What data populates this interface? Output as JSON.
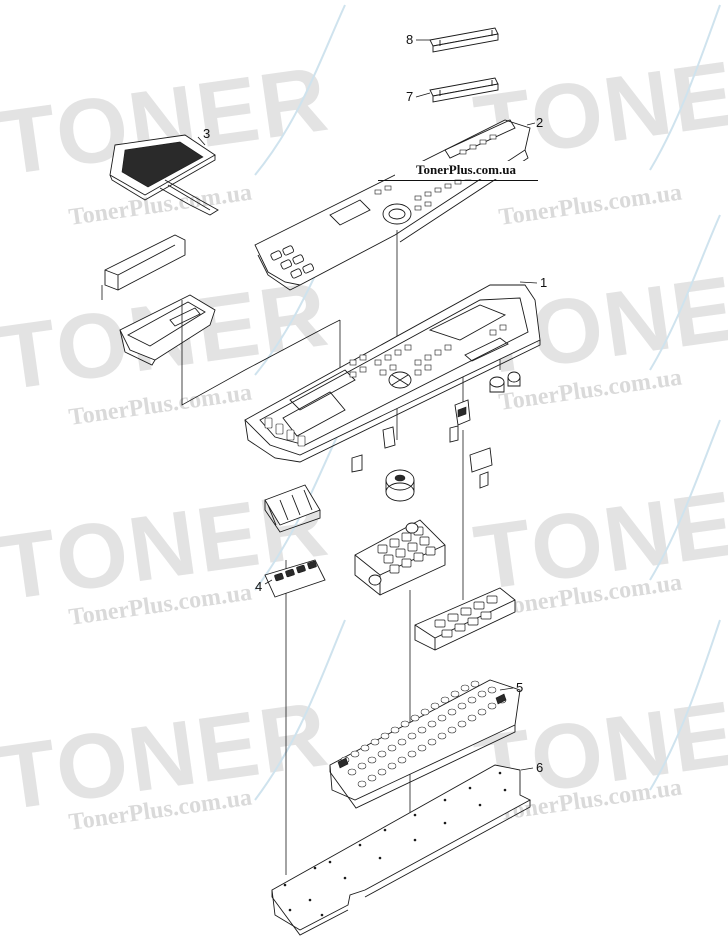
{
  "diagram": {
    "site_label": "TonerPlus.com.ua",
    "watermark": {
      "logo_text": "TONER",
      "site_text": "TonerPlus.com.ua"
    },
    "callouts": [
      {
        "id": "1",
        "label": "1"
      },
      {
        "id": "2",
        "label": "2"
      },
      {
        "id": "3",
        "label": "3"
      },
      {
        "id": "4",
        "label": "4"
      },
      {
        "id": "5",
        "label": "5"
      },
      {
        "id": "6",
        "label": "6"
      },
      {
        "id": "7",
        "label": "7"
      },
      {
        "id": "8",
        "label": "8"
      }
    ]
  }
}
